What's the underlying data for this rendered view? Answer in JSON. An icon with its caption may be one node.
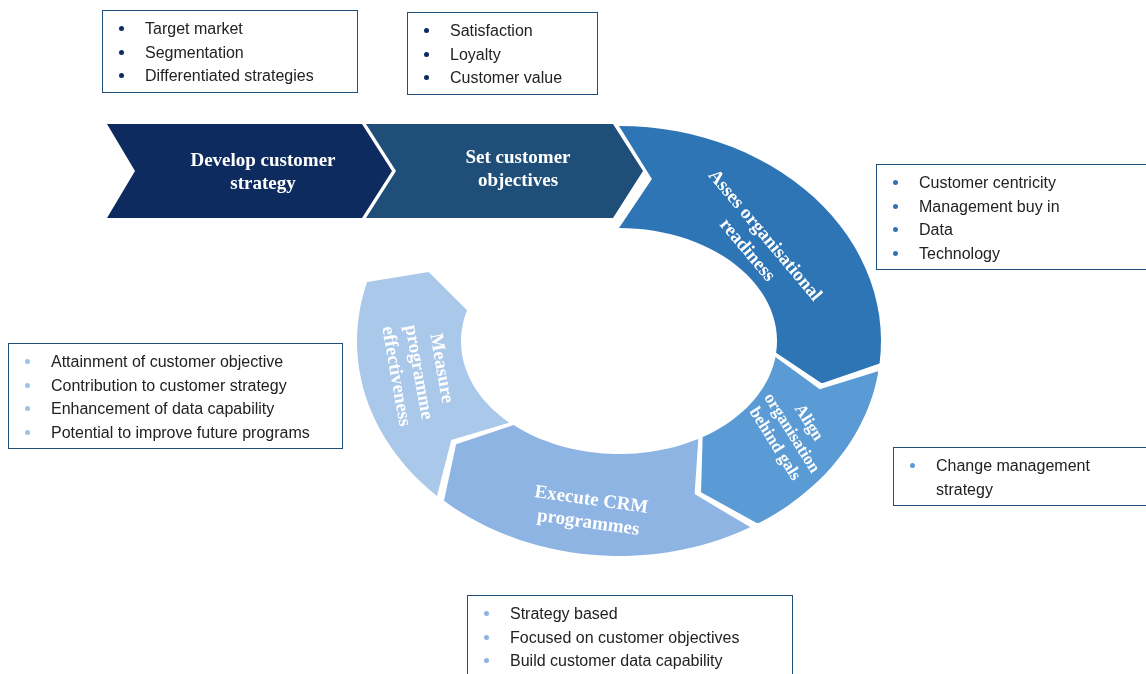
{
  "diagram": {
    "nodes": [
      {
        "text": [
          "Target market",
          "Segmentation",
          "Differentiated strategies"
        ]
      },
      {
        "text": [
          "Satisfaction",
          "Loyalty",
          "Customer value"
        ]
      },
      {
        "text": [
          "Develop customer strategy"
        ]
      },
      {
        "text": [
          "Set customer objectives"
        ]
      },
      {
        "text": [
          "Asses organisational readiness"
        ]
      },
      {
        "text": [
          "Customer centricity",
          "Management buy in",
          "Data",
          "Technology"
        ]
      },
      {
        "text": [
          "Measure programme effectiveness"
        ]
      },
      {
        "text": [
          "Attainment of customer objective",
          "Contribution to customer strategy",
          "Enhancement of data capability",
          "Potential to improve future programs"
        ]
      },
      {
        "text": [
          "Align organisation behind gals"
        ]
      },
      {
        "text": [
          "Change management strategy"
        ]
      },
      {
        "text": [
          "Execute CRM programmes"
        ]
      },
      {
        "text": [
          "Strategy based",
          "Focused on customer objectives",
          "Build customer data capability"
        ]
      }
    ],
    "edges": []
  }
}
